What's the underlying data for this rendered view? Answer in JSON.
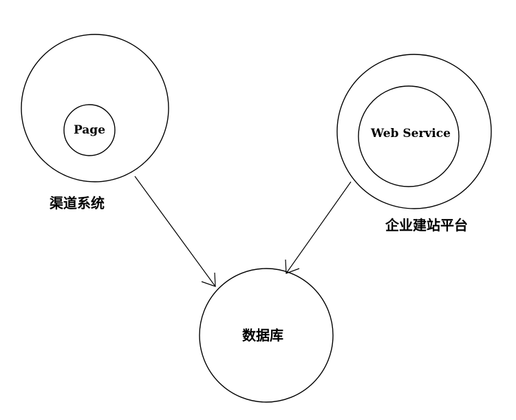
{
  "diagram": {
    "nodes": {
      "channel": {
        "inner_label": "Page",
        "label": "渠道系统"
      },
      "enterprise": {
        "inner_label": "Web Service",
        "label": "企业建站平台"
      },
      "database": {
        "label": "数据库"
      }
    },
    "edges": [
      {
        "from": "channel",
        "to": "database"
      },
      {
        "from": "enterprise",
        "to": "database"
      }
    ],
    "colors": {
      "stroke": "#000000",
      "background": "#ffffff"
    }
  }
}
